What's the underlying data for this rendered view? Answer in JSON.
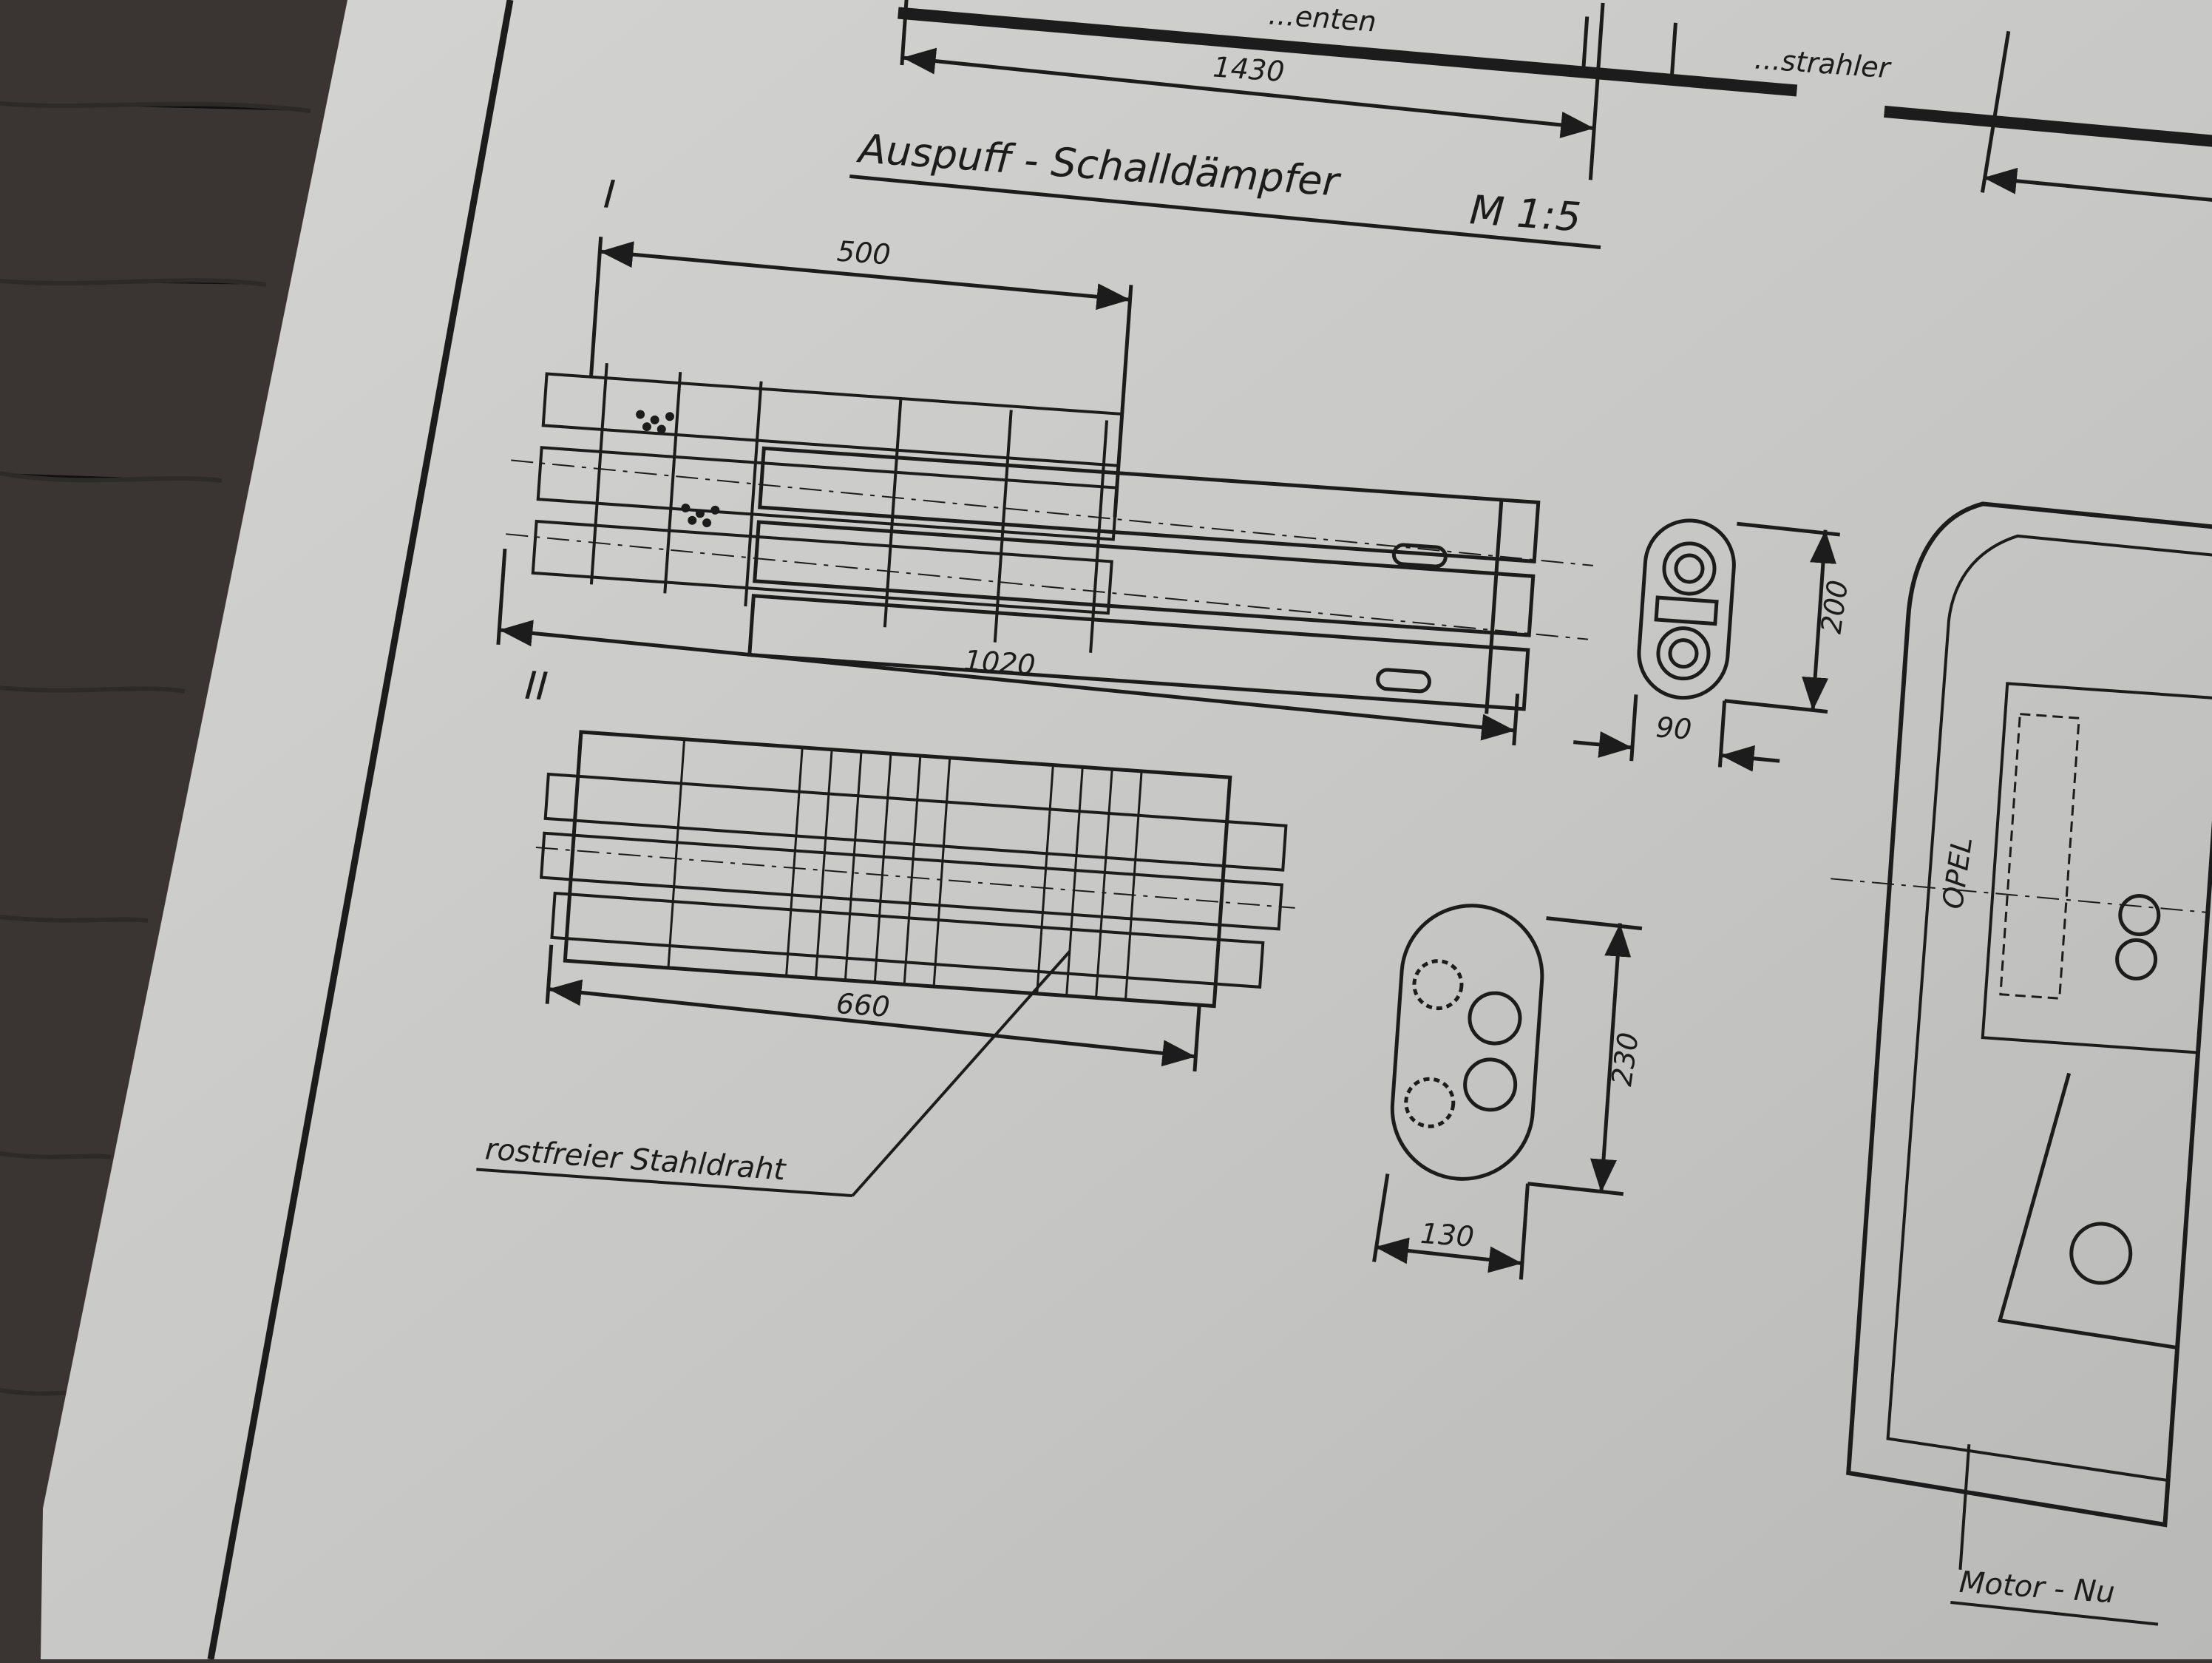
{
  "title": "Auspuff - Schalldämpfer",
  "scale": "M 1:5",
  "views": {
    "one": {
      "numeral": "I",
      "dim_top": "500",
      "dim_length": "1020",
      "dim_height": "200",
      "dim_width": "90"
    },
    "two": {
      "numeral": "II",
      "dim_length": "660",
      "dim_height": "230",
      "dim_width": "130",
      "callout": "rostfreier Stahldraht"
    }
  },
  "top_dim": "1430",
  "top_labels": {
    "left": "...enten",
    "right": "...strahler"
  },
  "bottom_right_label": "Motor - Nu",
  "vehicle_mark": "OPEL",
  "colors": {
    "paper": "#c8c8c6",
    "ink": "#1c1c1c",
    "wood": "#3a3532"
  }
}
